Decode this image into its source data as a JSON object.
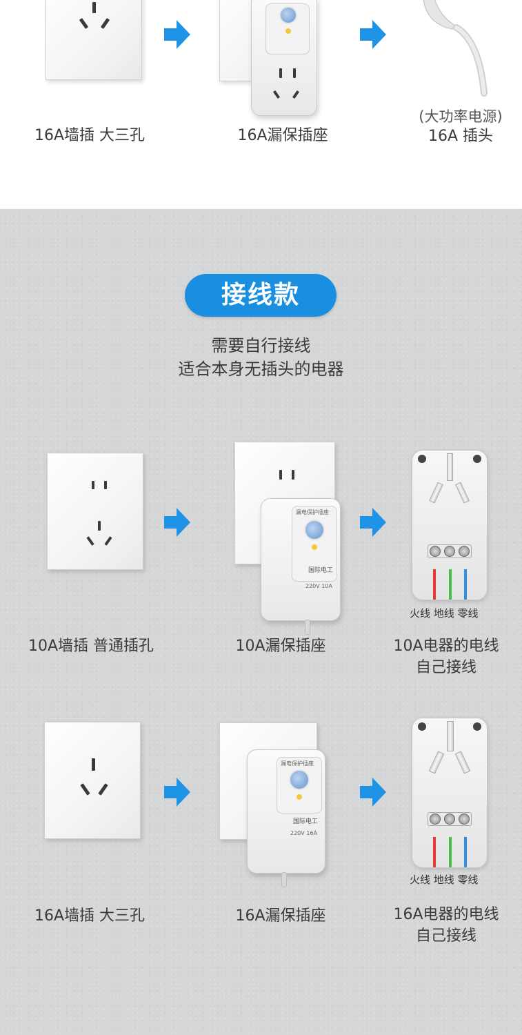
{
  "top_row": {
    "item1_label": "16A墙插 大三孔",
    "item2_label": "16A漏保插座",
    "item3_line1": "(大功率电源)",
    "item3_line2": "16A 插头"
  },
  "section": {
    "badge": "接线款",
    "sub_line1": "需要自行接线",
    "sub_line2": "适合本身无插头的电器"
  },
  "row1": {
    "wall_label": "10A墙插 普通插孔",
    "device_label": "10A漏保插座",
    "plug_line1": "10A电器的电线",
    "plug_line2": "自己接线",
    "wire_labels": "火线 地线 零线"
  },
  "row2": {
    "wall_label": "16A墙插 大三孔",
    "device_label": "16A漏保插座",
    "plug_line1": "16A电器的电线",
    "plug_line2": "自己接线",
    "wire_labels": "火线 地线 零线"
  },
  "colors": {
    "accent": "#1a8fe0",
    "arrow": "#1f93e6",
    "live_wire": "#e53935",
    "earth_wire": "#43c04a",
    "neutral_wire": "#2f8fe8"
  },
  "icons": [
    "arrow-right-icon",
    "wall-socket-icon",
    "leakage-protector-icon",
    "plug-icon"
  ]
}
